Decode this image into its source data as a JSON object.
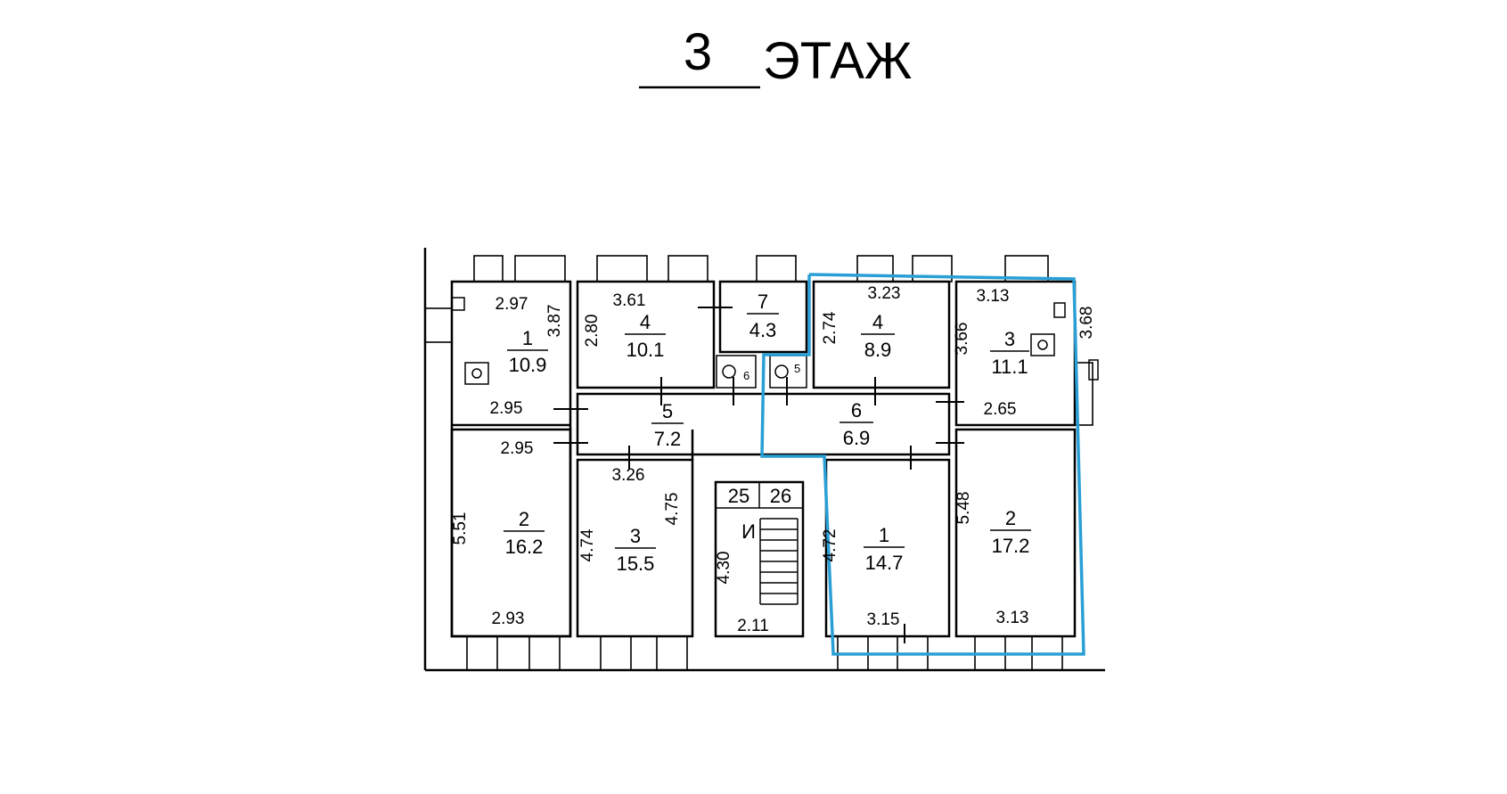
{
  "title": {
    "number": "3",
    "word": "ЭТАЖ"
  },
  "highlight_color": "#2a9fd6",
  "rooms": [
    {
      "id": "1",
      "area": "10.9"
    },
    {
      "id": "2",
      "area": "16.2"
    },
    {
      "id": "3",
      "area": "15.5"
    },
    {
      "id": "4",
      "area": "10.1"
    },
    {
      "id": "5",
      "area": "7.2"
    },
    {
      "id": "7",
      "area": "4.3"
    },
    {
      "id": "4",
      "area": "8.9"
    },
    {
      "id": "6",
      "area": "6.9"
    },
    {
      "id": "3",
      "area": "11.1"
    },
    {
      "id": "1",
      "area": "14.7"
    },
    {
      "id": "2",
      "area": "17.2"
    }
  ],
  "dimensions": [
    "2.97",
    "3.87",
    "2.95",
    "2.95",
    "5.51",
    "2.93",
    "3.61",
    "2.80",
    "3.26",
    "4.74",
    "4.75",
    "4.30",
    "2.11",
    "3.23",
    "2.74",
    "4.72",
    "3.15",
    "3.13",
    "3.66",
    "2.65",
    "5.48",
    "3.13",
    "3.68"
  ],
  "stair": {
    "left": "25",
    "right": "26",
    "mark": "И"
  },
  "wc_marks": [
    "6",
    "5"
  ]
}
